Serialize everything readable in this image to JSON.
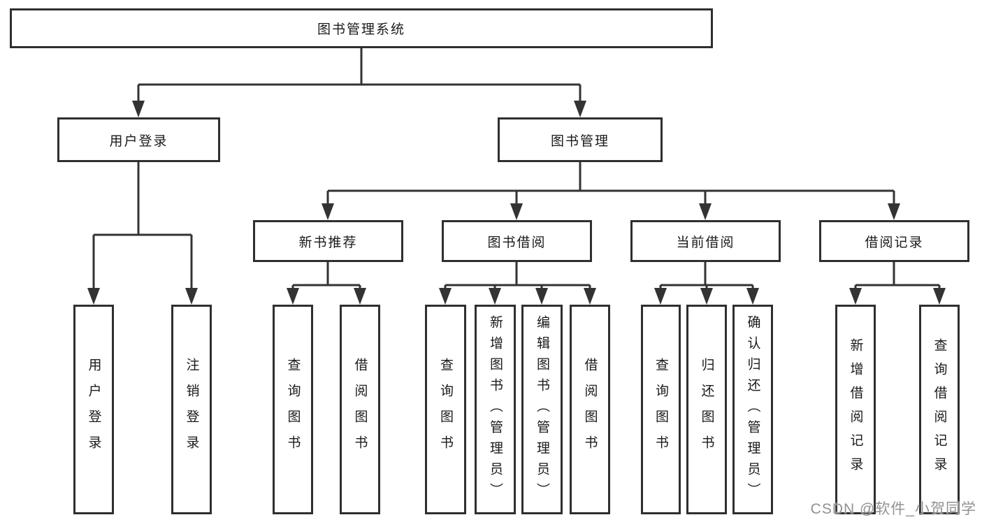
{
  "diagram": {
    "root": {
      "label": "图书管理系统",
      "children": [
        {
          "label": "用户登录",
          "children": [
            {
              "label": "用户登录"
            },
            {
              "label": "注销登录"
            }
          ]
        },
        {
          "label": "图书管理",
          "children": [
            {
              "label": "新书推荐",
              "children": [
                {
                  "label": "查询图书"
                },
                {
                  "label": "借阅图书"
                }
              ]
            },
            {
              "label": "图书借阅",
              "children": [
                {
                  "label": "查询图书"
                },
                {
                  "label": "新增图书（管理员）"
                },
                {
                  "label": "编辑图书（管理员）"
                },
                {
                  "label": "借阅图书"
                }
              ]
            },
            {
              "label": "当前借阅",
              "children": [
                {
                  "label": "查询图书"
                },
                {
                  "label": "归还图书"
                },
                {
                  "label": "确认归还（管理员）"
                }
              ]
            },
            {
              "label": "借阅记录",
              "children": [
                {
                  "label": "新增借阅记录"
                },
                {
                  "label": "查询借阅记录"
                }
              ]
            }
          ]
        }
      ]
    },
    "watermark": "CSDN @软件_小贺同学",
    "colors": {
      "line": "#333333",
      "box_border": "#2f2f2f",
      "box_background": "#ffffff",
      "text": "#1a1a1a",
      "watermark_text": "#929292"
    }
  }
}
